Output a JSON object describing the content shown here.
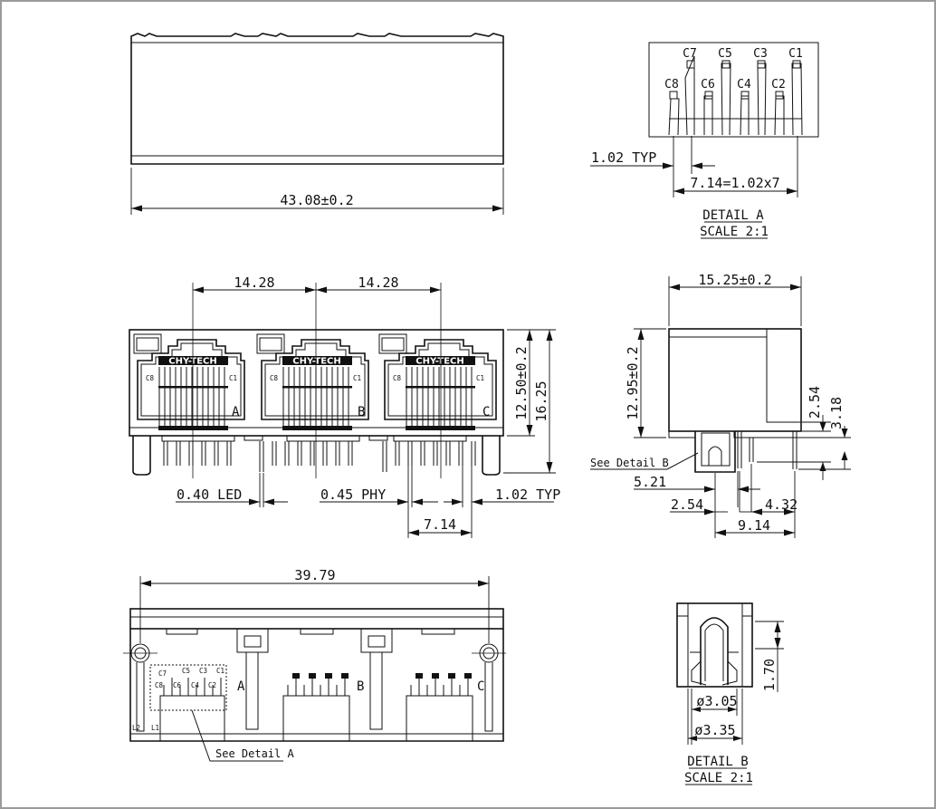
{
  "top_view": {
    "overall_width": "43.08±0.2"
  },
  "detail_a": {
    "title": "DETAIL A",
    "scale": "SCALE 2:1",
    "pins_upper": [
      "C7",
      "C5",
      "C3",
      "C1"
    ],
    "pins_lower": [
      "C8",
      "C6",
      "C4",
      "C2"
    ],
    "pitch_label": "1.02 TYP",
    "span_label": "7.14=1.02x7"
  },
  "front_view": {
    "brand": "CHY-TECH",
    "port_letters": [
      "A",
      "B",
      "C"
    ],
    "corner_pin_left": "C8",
    "corner_pin_right": "C1",
    "port_pitch_1": "14.28",
    "port_pitch_2": "14.28",
    "height_body": "12.50±0.2",
    "height_total": "16.25",
    "led_pin_label": "0.40 LED",
    "phy_pin_label": "0.45 PHY",
    "pin_pitch_label": "1.02 TYP",
    "pin_span_label": "7.14"
  },
  "side_view": {
    "depth": "15.25±0.2",
    "height": "12.95±0.2",
    "dim_254": "2.54",
    "dim_318": "3.18",
    "see_detail": "See Detail B",
    "dim_521": "5.21",
    "dim_254b": "2.54",
    "dim_432": "4.32",
    "dim_914": "9.14"
  },
  "bottom_view": {
    "width": "39.79",
    "see_detail": "See Detail A",
    "port_letters": [
      "A",
      "B",
      "C"
    ],
    "pins_upper": [
      "C7",
      "C5",
      "C3",
      "C1"
    ],
    "pins_lower": [
      "C8",
      "C6",
      "C4",
      "C2"
    ],
    "led_left": "L2",
    "led_right": "L1"
  },
  "detail_b": {
    "dim_height": "1.70",
    "dia_inner": "ø3.05",
    "dia_outer": "ø3.35",
    "title": "DETAIL B",
    "scale": "SCALE 2:1"
  }
}
